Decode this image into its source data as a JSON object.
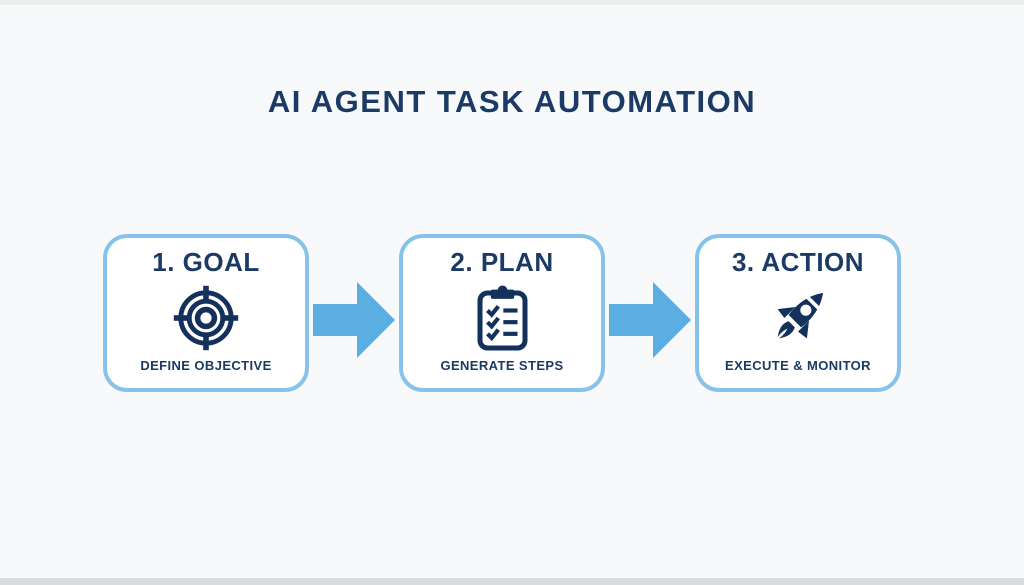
{
  "title": "AI AGENT TASK AUTOMATION",
  "colors": {
    "title_navy": "#1c3a66",
    "icon_navy": "#14315c",
    "arrow_blue": "#5cafe2",
    "card_border_blue": "#87c3e8",
    "card_background": "#ffffff",
    "page_background": "#f7f9fa"
  },
  "steps": [
    {
      "heading": "1. GOAL",
      "icon": "target-icon",
      "caption": "DEFINE OBJECTIVE"
    },
    {
      "heading": "2. PLAN",
      "icon": "clipboard-checklist-icon",
      "caption": "GENERATE STEPS"
    },
    {
      "heading": "3. ACTION",
      "icon": "rocket-icon",
      "caption": "EXECUTE & MONITOR"
    }
  ],
  "connectors": [
    {
      "icon": "arrow-right-icon"
    },
    {
      "icon": "arrow-right-icon"
    }
  ]
}
